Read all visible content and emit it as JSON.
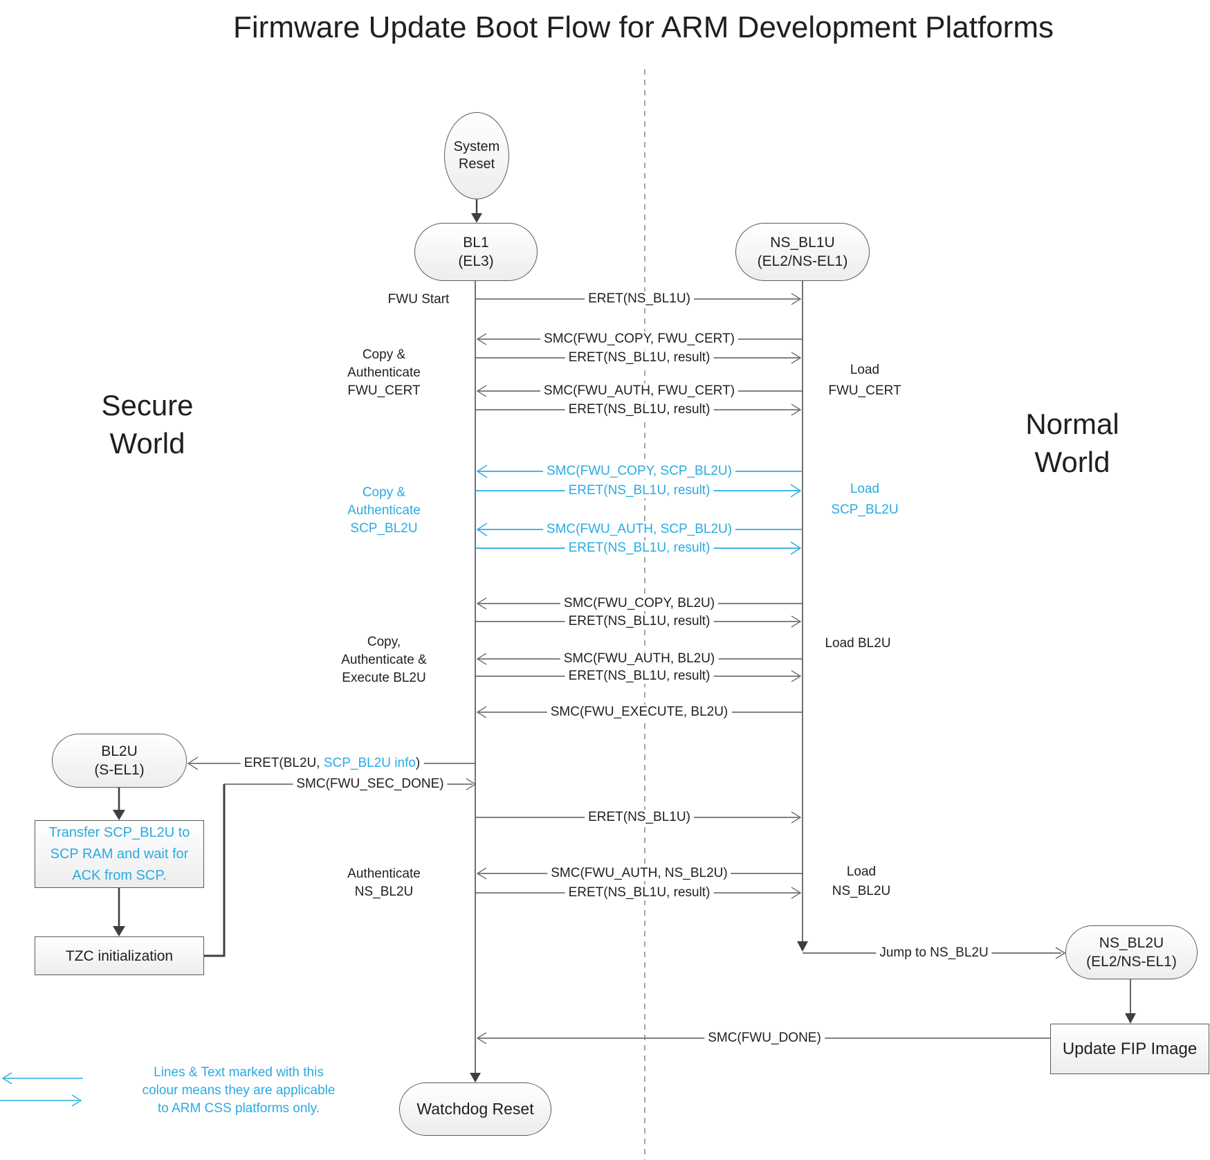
{
  "title": "Firmware Update Boot Flow for ARM Development Platforms",
  "colors": {
    "css_platform_blue": "#29ABE2",
    "line_gray": "#595959",
    "text_black": "#1f1f1f"
  },
  "worlds": {
    "secure": "Secure\nWorld",
    "normal": "Normal\nWorld"
  },
  "nodes": {
    "system_reset": "System\nReset",
    "bl1": "BL1\n(EL3)",
    "ns_bl1u": "NS_BL1U\n(EL2/NS-EL1)",
    "bl2u": "BL2U\n(S-EL1)",
    "ns_bl2u": "NS_BL2U\n(EL2/NS-EL1)",
    "transfer_scp": "Transfer SCP_BL2U to\nSCP RAM and wait for\nACK from SCP.",
    "tzc_init": "TZC initialization",
    "update_fip": "Update FIP Image",
    "watchdog_reset": "Watchdog Reset"
  },
  "stage_labels": {
    "fwu_start": "FWU Start",
    "copy_auth_fwu_cert": "Copy &\nAuthenticate\nFWU_CERT",
    "copy_auth_scp_bl2u": "Copy &\nAuthenticate\nSCP_BL2U",
    "copy_auth_exec_bl2u": "Copy,\nAuthenticate &\nExecute BL2U",
    "auth_ns_bl2u": "Authenticate\nNS_BL2U",
    "load_fwu_cert": "Load\nFWU_CERT",
    "load_scp_bl2u": "Load\nSCP_BL2U",
    "load_bl2u": "Load BL2U",
    "load_ns_bl2u": "Load\nNS_BL2U"
  },
  "messages": [
    {
      "label": "ERET(NS_BL1U)",
      "direction": "to-normal-world",
      "css_platform_only": false
    },
    {
      "label": "SMC(FWU_COPY, FWU_CERT)",
      "direction": "to-secure-world",
      "css_platform_only": false
    },
    {
      "label": "ERET(NS_BL1U, result)",
      "direction": "to-normal-world",
      "css_platform_only": false
    },
    {
      "label": "SMC(FWU_AUTH, FWU_CERT)",
      "direction": "to-secure-world",
      "css_platform_only": false
    },
    {
      "label": "ERET(NS_BL1U, result)",
      "direction": "to-normal-world",
      "css_platform_only": false
    },
    {
      "label": "SMC(FWU_COPY, SCP_BL2U)",
      "direction": "to-secure-world",
      "css_platform_only": true
    },
    {
      "label": "ERET(NS_BL1U, result)",
      "direction": "to-normal-world",
      "css_platform_only": true
    },
    {
      "label": "SMC(FWU_AUTH, SCP_BL2U)",
      "direction": "to-secure-world",
      "css_platform_only": true
    },
    {
      "label": "ERET(NS_BL1U, result)",
      "direction": "to-normal-world",
      "css_platform_only": true
    },
    {
      "label": "SMC(FWU_COPY, BL2U)",
      "direction": "to-secure-world",
      "css_platform_only": false
    },
    {
      "label": "ERET(NS_BL1U, result)",
      "direction": "to-normal-world",
      "css_platform_only": false
    },
    {
      "label": "SMC(FWU_AUTH, BL2U)",
      "direction": "to-secure-world",
      "css_platform_only": false
    },
    {
      "label": "ERET(NS_BL1U, result)",
      "direction": "to-normal-world",
      "css_platform_only": false
    },
    {
      "label": "SMC(FWU_EXECUTE, BL2U)",
      "direction": "to-secure-world",
      "css_platform_only": false
    },
    {
      "label": "SMC(FWU_SEC_DONE)",
      "direction": "to-bl1",
      "css_platform_only": false
    },
    {
      "label": "ERET(NS_BL1U)",
      "direction": "to-normal-world",
      "css_platform_only": false
    },
    {
      "label": "SMC(FWU_AUTH, NS_BL2U)",
      "direction": "to-secure-world",
      "css_platform_only": false
    },
    {
      "label": "ERET(NS_BL1U, result)",
      "direction": "to-normal-world",
      "css_platform_only": false
    },
    {
      "label": "Jump to NS_BL2U",
      "direction": "to-ns-bl2u",
      "css_platform_only": false
    },
    {
      "label": "SMC(FWU_DONE)",
      "direction": "to-bl1",
      "css_platform_only": false
    }
  ],
  "eret_bl2u_message": {
    "prefix": "ERET(BL2U, ",
    "css_highlight": "SCP_BL2U info",
    "suffix": ")"
  },
  "legend": {
    "note": "Lines & Text marked with this\ncolour means they are applicable\nto ARM CSS platforms only."
  }
}
